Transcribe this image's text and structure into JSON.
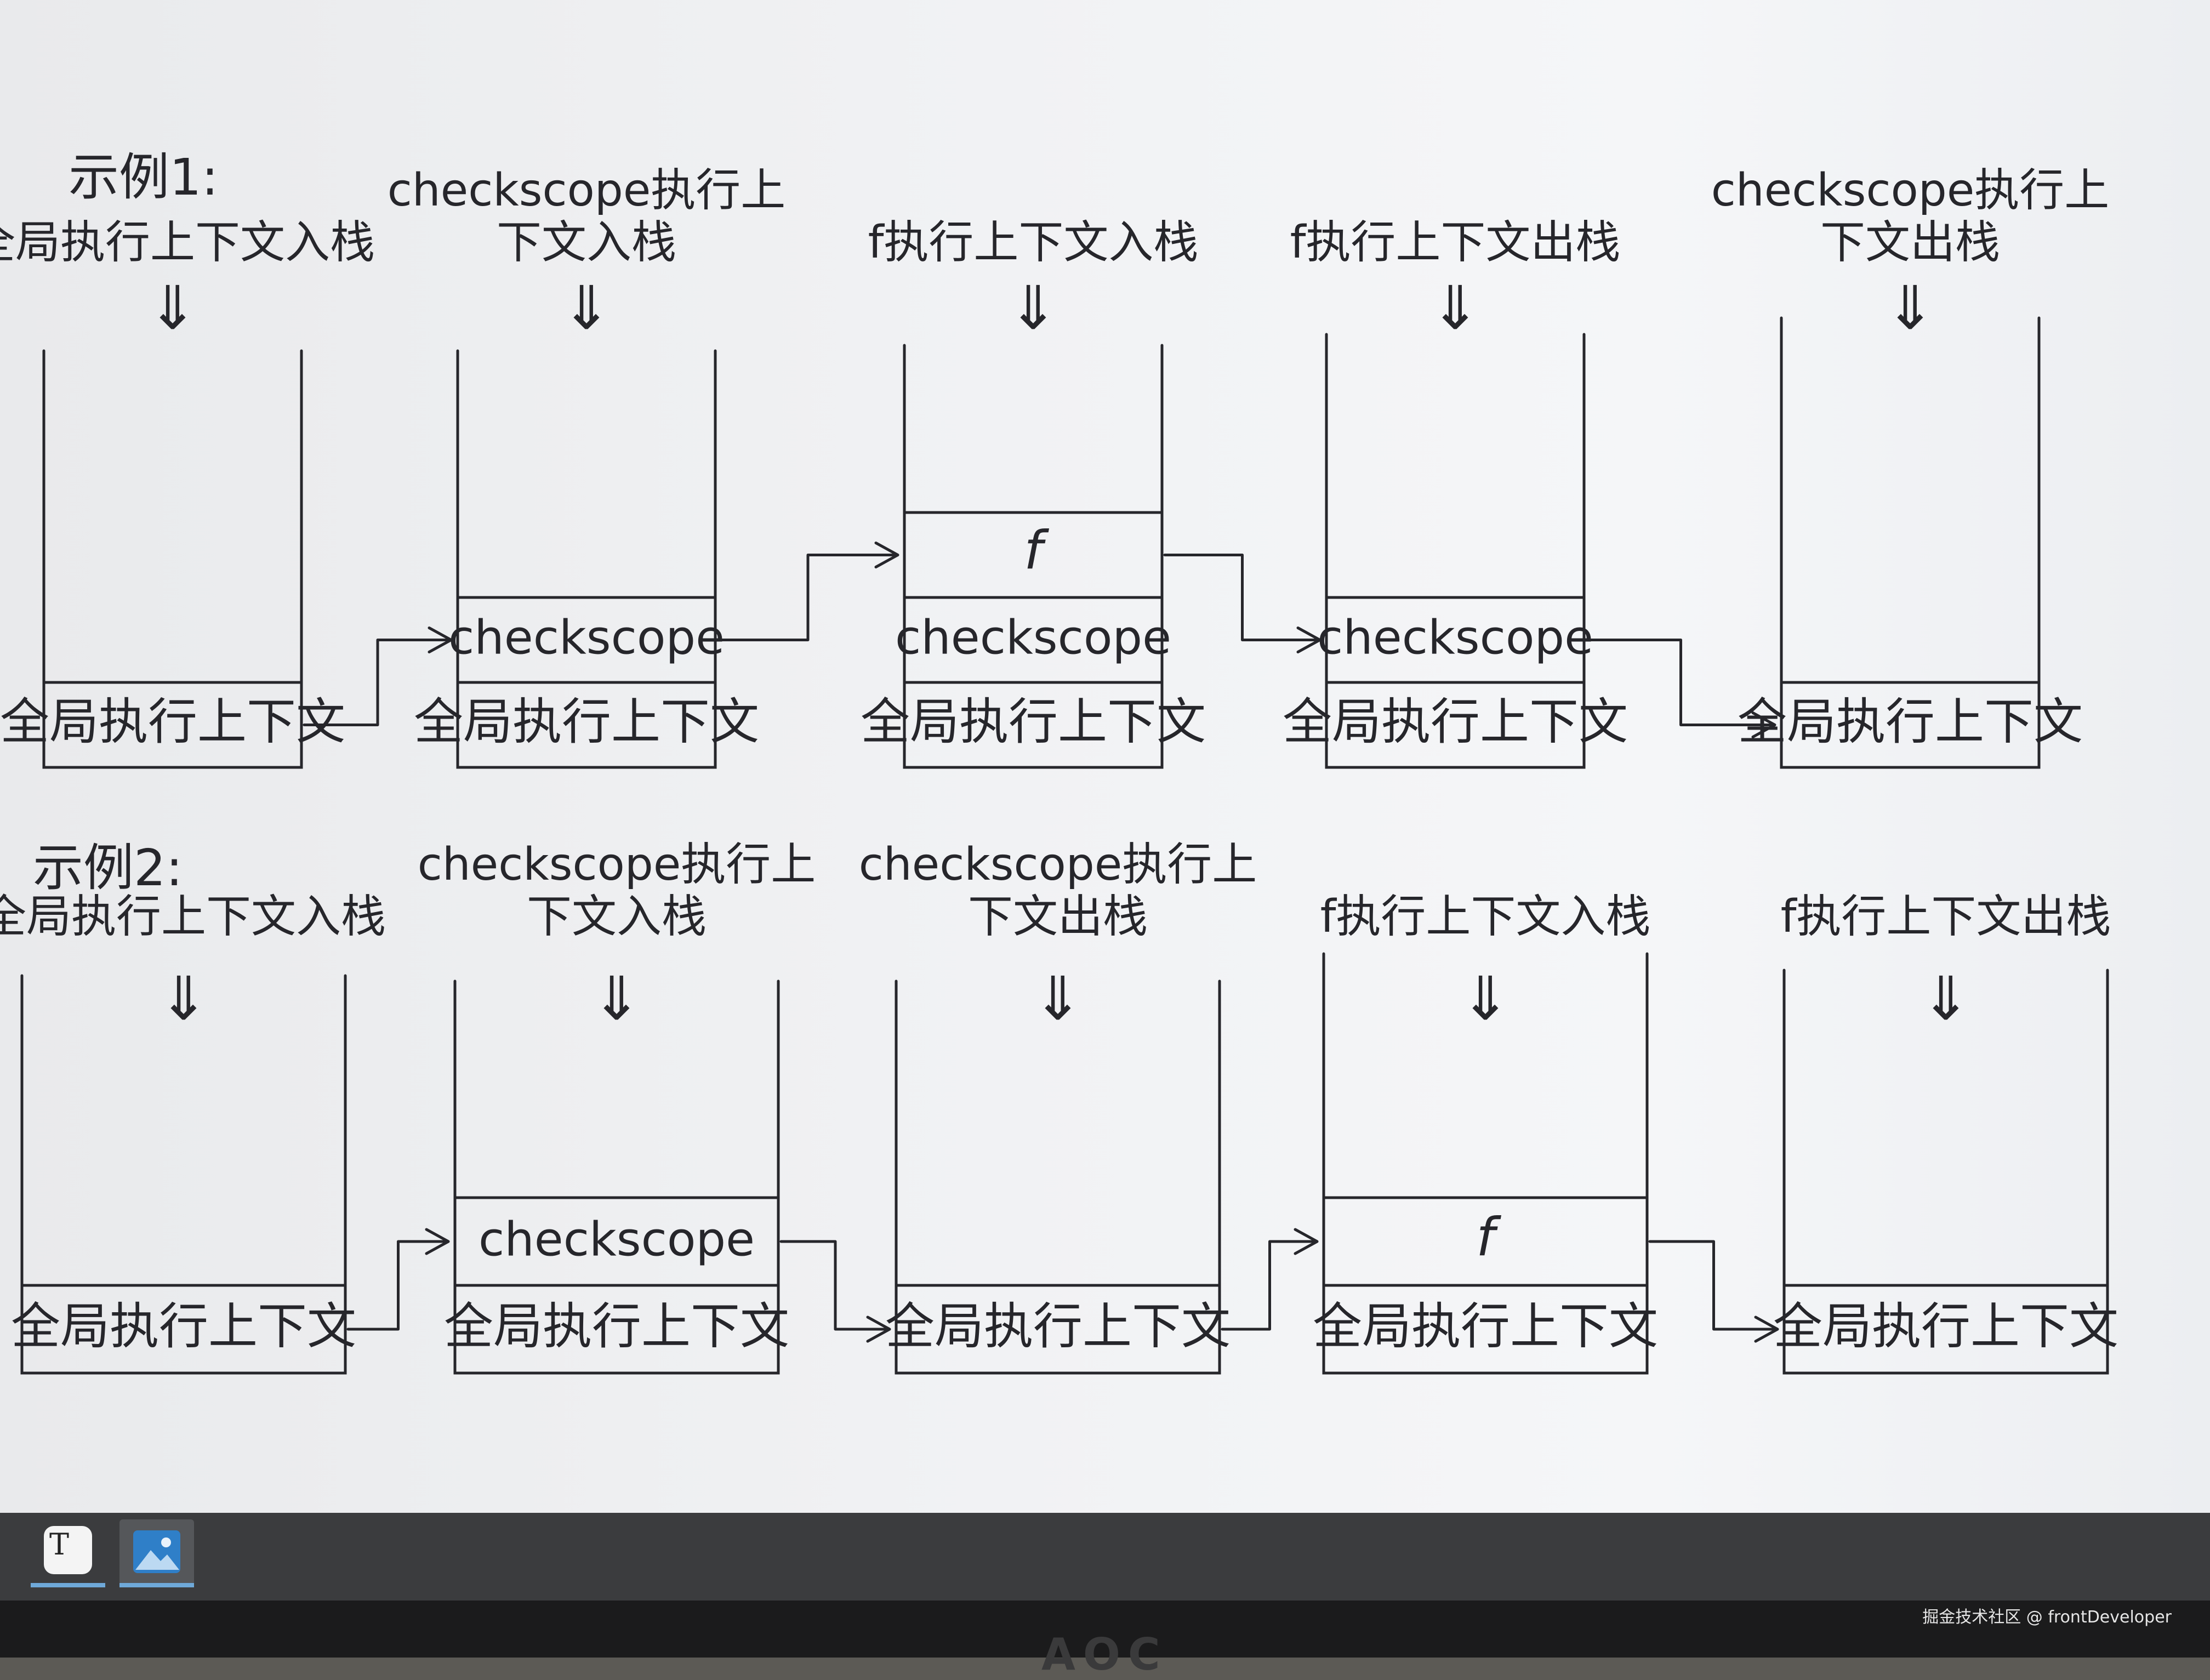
{
  "example1": {
    "title": "示例1:",
    "steps": [
      {
        "caption": "全局执行上下文入栈",
        "frames": [
          "全局执行上下文"
        ]
      },
      {
        "caption": "checkscope执行上下文入栈",
        "frames": [
          "checkscope",
          "全局执行上下文"
        ]
      },
      {
        "caption": "f执行上下文入栈",
        "frames": [
          "f",
          "checkscope",
          "全局执行上下文"
        ]
      },
      {
        "caption": "f执行上下文出栈",
        "frames": [
          "checkscope",
          "全局执行上下文"
        ]
      },
      {
        "caption": "checkscope执行上下文出栈",
        "frames": [
          "全局执行上下文"
        ]
      }
    ]
  },
  "example2": {
    "title": "示例2:",
    "steps": [
      {
        "caption": "全局执行上下文入栈",
        "frames": [
          "全局执行上下文"
        ]
      },
      {
        "caption": "checkscope执行上下文入栈",
        "frames": [
          "checkscope",
          "全局执行上下文"
        ]
      },
      {
        "caption": "checkscope执行上下文出栈",
        "frames": [
          "全局执行上下文"
        ]
      },
      {
        "caption": "f执行上下文入栈",
        "frames": [
          "f",
          "全局执行上下文"
        ]
      },
      {
        "caption": "f执行上下文出栈",
        "frames": [
          "全局执行上下文"
        ]
      }
    ]
  },
  "arrow_glyph": "⇓",
  "taskbar": {
    "text_app_glyph": "T",
    "icons": [
      "text-editor-icon",
      "image-viewer-icon"
    ]
  },
  "watermark": "掘金技术社区 @ frontDeveloper",
  "monitor_brand": "AOC",
  "colors": {
    "ink": "#26262b",
    "paper": "#f1f2f4",
    "taskbar": "#3b3c3e",
    "accent": "#6fa9d9"
  }
}
